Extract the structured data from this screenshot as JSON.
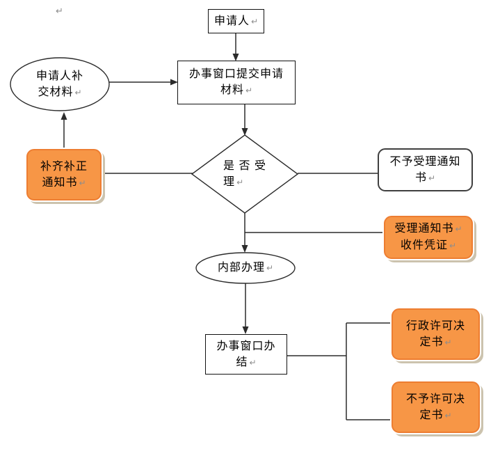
{
  "theme": {
    "background": "#ffffff",
    "line_color": "#2b2b2b",
    "orange_fill": "#F79646",
    "orange_border": "#ED7D31",
    "shadow_color": "#CCC3AE",
    "box_border": "#3F3F3F",
    "mark_color": "#8c8c8c"
  },
  "symbols": {
    "return_mark": "↵"
  },
  "flowchart": {
    "nodes": {
      "applicant": {
        "type": "rectangle",
        "line1": "申请人"
      },
      "submit": {
        "type": "rectangle",
        "line1": "办事窗口提交申请",
        "line2": "材料"
      },
      "supplement": {
        "type": "ellipse",
        "line1": "申请人补",
        "line2": "交材料"
      },
      "correction_notice": {
        "type": "rounded-rectangle-orange",
        "line1": "补齐补正",
        "line2": "通知书"
      },
      "accept_decision": {
        "type": "diamond",
        "line1": "是 否 受",
        "line2": "理"
      },
      "reject_notice": {
        "type": "rounded-rectangle-white",
        "line1": "不予受理通知",
        "line2": "书"
      },
      "acceptance_receipt": {
        "type": "rounded-rectangle-orange",
        "line1": "受理通知书",
        "line2": "收件凭证"
      },
      "internal": {
        "type": "ellipse",
        "line1": "内部办理"
      },
      "complete": {
        "type": "rectangle",
        "line1": "办事窗口办",
        "line2": "结"
      },
      "grant_decision": {
        "type": "rounded-rectangle-orange",
        "line1": "行政许可决",
        "line2": "定书"
      },
      "deny_decision": {
        "type": "rounded-rectangle-orange",
        "line1": "不予许可决",
        "line2": "定书"
      }
    }
  }
}
